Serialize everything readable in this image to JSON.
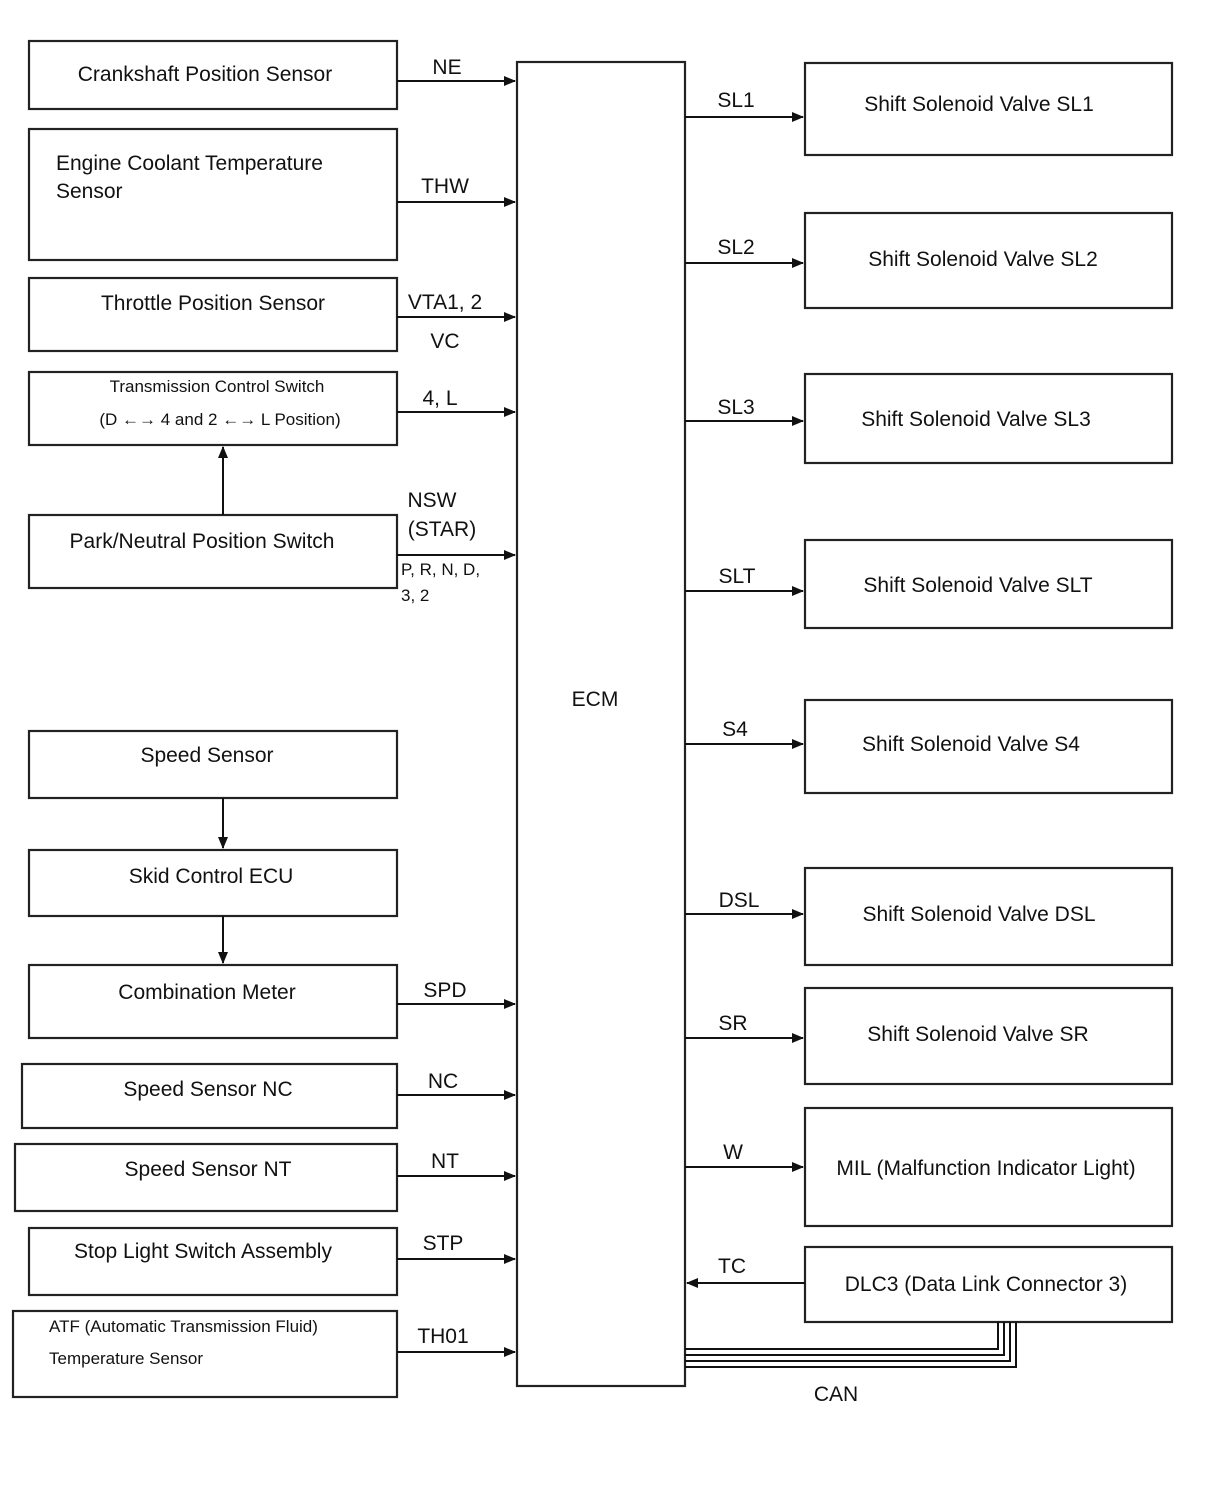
{
  "ecm": {
    "label": "ECM"
  },
  "inputs": {
    "crankshaft": {
      "label": "Crankshaft Position Sensor",
      "signal": "NE"
    },
    "coolant": {
      "line1": "Engine Coolant Temperature",
      "line2": "Sensor",
      "signal": "THW"
    },
    "throttle": {
      "label": "Throttle Position Sensor",
      "signal1": "VTA1, 2",
      "signal2": "VC"
    },
    "trans_switch": {
      "line1": "Transmission Control Switch",
      "line2": "(D ←→ 4 and 2 ←→ L Position)",
      "signal": "4, L"
    },
    "park_neutral": {
      "label": "Park/Neutral Position Switch",
      "signal1": "NSW",
      "signal2": "(STAR)",
      "signal3": "P, R, N, D,",
      "signal4": "3, 2"
    },
    "speed_sensor": {
      "label": "Speed Sensor"
    },
    "skid_ecu": {
      "label": "Skid Control ECU"
    },
    "combo_meter": {
      "label": "Combination Meter",
      "signal": "SPD"
    },
    "speed_nc": {
      "label": "Speed Sensor NC",
      "signal": "NC"
    },
    "speed_nt": {
      "label": "Speed Sensor NT",
      "signal": "NT"
    },
    "stop_light": {
      "label": "Stop Light Switch Assembly",
      "signal": "STP"
    },
    "atf": {
      "line1": "ATF (Automatic Transmission Fluid)",
      "line2": "Temperature Sensor",
      "signal": "TH01"
    }
  },
  "outputs": {
    "sl1": {
      "label": "Shift Solenoid Valve SL1",
      "signal": "SL1"
    },
    "sl2": {
      "label": "Shift Solenoid Valve SL2",
      "signal": "SL2"
    },
    "sl3": {
      "label": "Shift Solenoid Valve SL3",
      "signal": "SL3"
    },
    "slt": {
      "label": "Shift Solenoid Valve SLT",
      "signal": "SLT"
    },
    "s4": {
      "label": "Shift Solenoid Valve S4",
      "signal": "S4"
    },
    "dsl": {
      "label": "Shift Solenoid Valve DSL",
      "signal": "DSL"
    },
    "sr": {
      "label": "Shift Solenoid Valve SR",
      "signal": "SR"
    },
    "mil": {
      "label": "MIL (Malfunction Indicator Light)",
      "signal": "W"
    },
    "dlc3": {
      "label": "DLC3 (Data Link Connector 3)",
      "signal": "TC"
    }
  },
  "can": {
    "label": "CAN"
  }
}
